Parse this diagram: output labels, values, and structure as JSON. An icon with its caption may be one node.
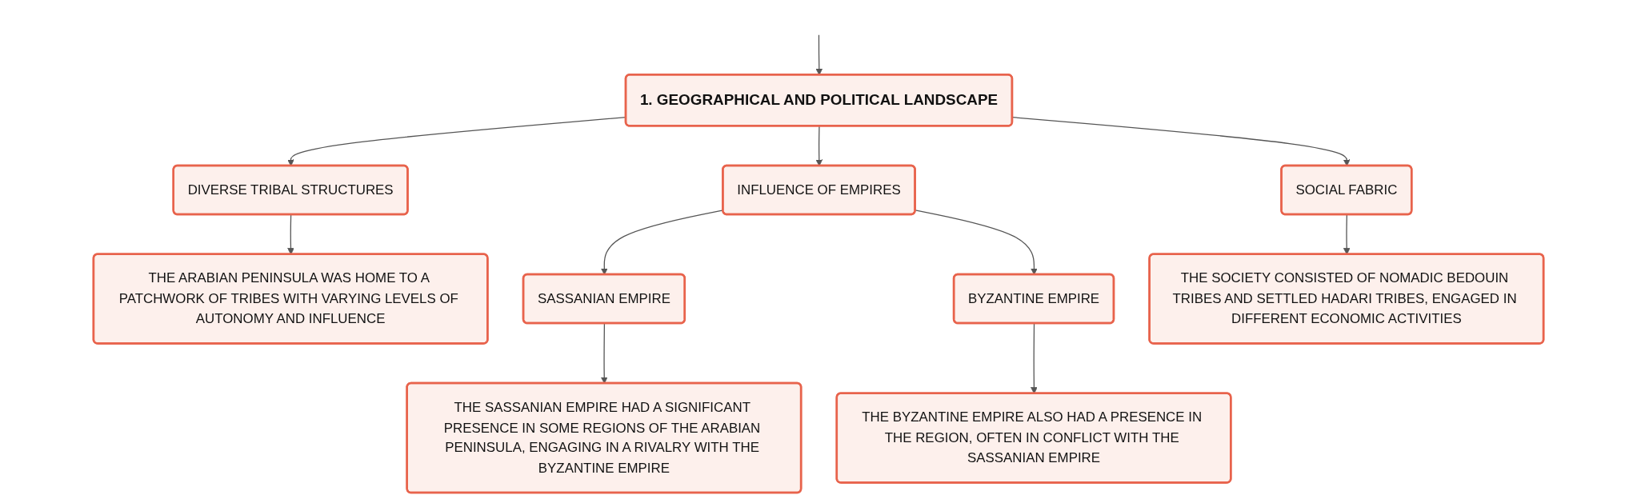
{
  "diagram": {
    "nodes": [
      {
        "text": [
          "1. GEOGRAPHICAL AND POLITICAL LANDSCAPE"
        ]
      },
      {
        "text": [
          "DIVERSE TRIBAL STRUCTURES"
        ]
      },
      {
        "text": [
          "INFLUENCE OF EMPIRES"
        ]
      },
      {
        "text": [
          "SOCIAL FABRIC"
        ]
      },
      {
        "text": [
          "THE ARABIAN PENINSULA WAS HOME TO A PATCHWORK OF TRIBES WITH VARYING LEVELS OF AUTONOMY AND INFLUENCE"
        ]
      },
      {
        "text": [
          "SASSANIAN EMPIRE"
        ]
      },
      {
        "text": [
          "BYZANTINE EMPIRE"
        ]
      },
      {
        "text": [
          "THE SOCIETY CONSISTED OF NOMADIC BEDOUIN TRIBES AND SETTLED HADARI TRIBES, ENGAGED IN DIFFERENT ECONOMIC ACTIVITIES"
        ]
      },
      {
        "text": [
          "THE SASSANIAN EMPIRE HAD A SIGNIFICANT PRESENCE IN SOME REGIONS OF THE ARABIAN PENINSULA, ENGAGING IN A RIVALRY WITH THE BYZANTINE EMPIRE"
        ]
      },
      {
        "text": [
          "THE BYZANTINE EMPIRE ALSO HAD A PRESENCE IN THE REGION, OFTEN IN CONFLICT WITH THE SASSANIAN EMPIRE"
        ]
      }
    ],
    "edges": [
      {
        "from": null,
        "to": 0,
        "arrow": "to"
      },
      {
        "from": 0,
        "to": 1,
        "arrow": "to"
      },
      {
        "from": 0,
        "to": 2,
        "arrow": "to"
      },
      {
        "from": 0,
        "to": 3,
        "arrow": "to"
      },
      {
        "from": 1,
        "to": 4,
        "arrow": "to"
      },
      {
        "from": 2,
        "to": 5,
        "arrow": "to"
      },
      {
        "from": 2,
        "to": 6,
        "arrow": "to"
      },
      {
        "from": 3,
        "to": 7,
        "arrow": "to"
      },
      {
        "from": 5,
        "to": 8,
        "arrow": "to"
      },
      {
        "from": 6,
        "to": 9,
        "arrow": "to"
      }
    ]
  }
}
